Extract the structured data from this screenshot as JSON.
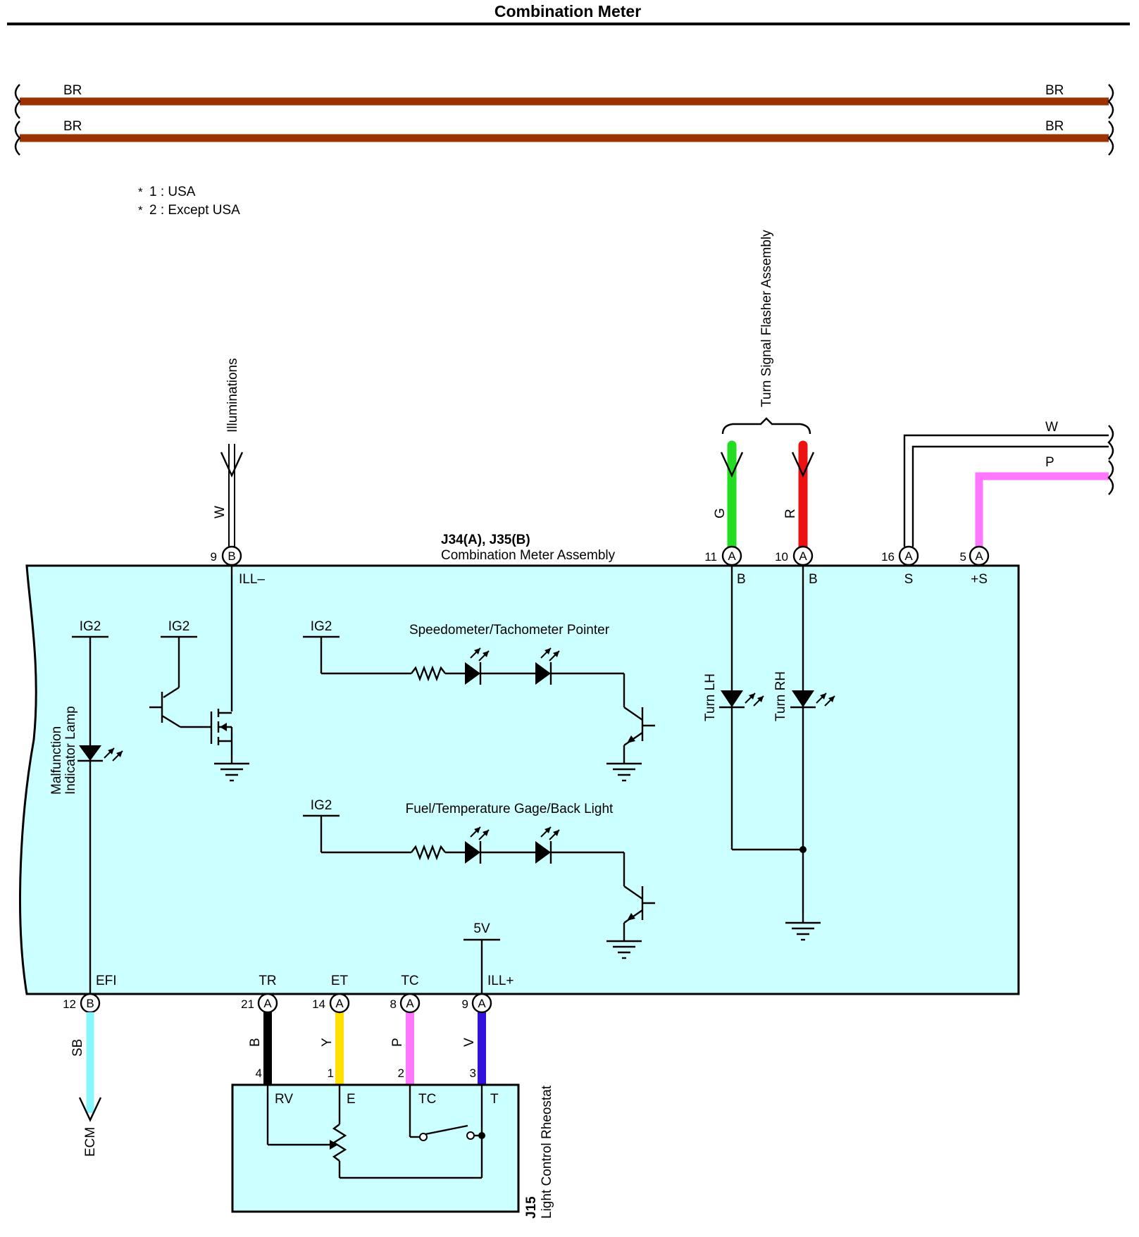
{
  "title": "Combination Meter",
  "colors": {
    "BR": "#9B3300",
    "G": "#22DD22",
    "R": "#EE1111",
    "P": "#FF77FF",
    "SB": "#88F6FF",
    "B": "#000000",
    "Y": "#FFE000",
    "V": "#3311DD",
    "W": "#FFFFFF",
    "assembly_fill": "#CCFFFF"
  },
  "harness": {
    "line1": {
      "left": "BR",
      "right": "BR"
    },
    "line2": {
      "left": "BR",
      "right": "BR"
    }
  },
  "notes": {
    "note1": {
      "mark": "*",
      "text": "1 : USA"
    },
    "note2": {
      "mark": "*",
      "text": "2 : Except USA"
    }
  },
  "assembly": {
    "connector": "J34(A), J35(B)",
    "name": "Combination Meter Assembly"
  },
  "external": {
    "illuminations": "Illuminations",
    "flasher": "Turn Signal Flasher Assembly",
    "ecm": "ECM"
  },
  "top_pins": {
    "ill_minus": {
      "num": "9",
      "conn": "B",
      "wire": "W",
      "func": "ILL–"
    },
    "turn_lh": {
      "num": "11",
      "conn": "A",
      "wire": "G",
      "func": "B"
    },
    "turn_rh": {
      "num": "10",
      "conn": "A",
      "wire": "R",
      "func": "B"
    },
    "s": {
      "num": "16",
      "conn": "A",
      "wire": "W",
      "func": "S"
    },
    "plus_s": {
      "num": "5",
      "conn": "A",
      "wire": "P",
      "func": "+S"
    }
  },
  "bottom_pins": {
    "efi": {
      "num": "12",
      "conn": "B",
      "wire": "SB",
      "func": "EFI"
    },
    "tr": {
      "num": "21",
      "conn": "A",
      "wire": "B",
      "func": "TR",
      "rheo_pin": "4"
    },
    "et": {
      "num": "14",
      "conn": "A",
      "wire": "Y",
      "func": "ET",
      "rheo_pin": "1"
    },
    "tc": {
      "num": "8",
      "conn": "A",
      "wire": "P",
      "func": "TC",
      "rheo_pin": "2"
    },
    "ill_plus": {
      "num": "9",
      "conn": "A",
      "wire": "V",
      "func": "ILL+",
      "rheo_pin": "3"
    }
  },
  "internal": {
    "ig2_mil": "IG2",
    "ig2_trans": "IG2",
    "ig2_speedo": "IG2",
    "ig2_fuel": "IG2",
    "v5": "5V",
    "mil_line1": "Malfunction",
    "mil_line2": "Indicator Lamp",
    "speedo": "Speedometer/Tachometer Pointer",
    "fuel": "Fuel/Temperature Gage/Back Light",
    "turn_lh": "Turn LH",
    "turn_rh": "Turn RH"
  },
  "rheostat": {
    "code": "J15",
    "name": "Light Control Rheostat",
    "rv": "RV",
    "e": "E",
    "tc": "TC",
    "t": "T"
  }
}
